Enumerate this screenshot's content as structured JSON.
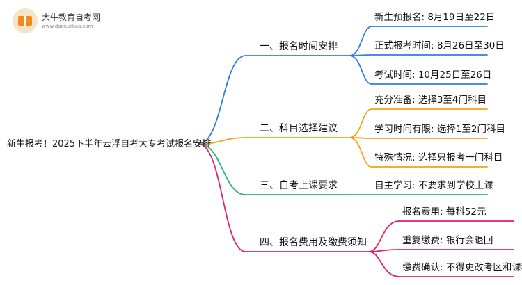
{
  "logo": {
    "name": "大牛教育自考网",
    "url": "www.daniuzikao.com"
  },
  "root": {
    "label": "新生报考！2025下半年云浮自考大专考试报名安排"
  },
  "branches": [
    {
      "label": "一、报名时间安排",
      "color": "#2f7fdf",
      "leaves": [
        "新生预报名: 8月19日至22日",
        "正式报考时间: 8月26日至30日",
        "考试时间: 10月25日至26日"
      ]
    },
    {
      "label": "二、科目选择建议",
      "color": "#f2a21a",
      "leaves": [
        "充分准备: 选择3至4门科目",
        "学习时间有限: 选择1至2门科目",
        "特殊情况: 选择只报考一门科目"
      ]
    },
    {
      "label": "三、自考上课要求",
      "color": "#25b86a",
      "leaves": [
        "自主学习: 不要求到学校上课"
      ]
    },
    {
      "label": "四、报名费用及缴费须知",
      "color": "#e0206e",
      "leaves": [
        "报名费用: 每科52元",
        "重复缴费: 银行会退回",
        "缴费确认: 不得更改考区和课程"
      ]
    }
  ]
}
